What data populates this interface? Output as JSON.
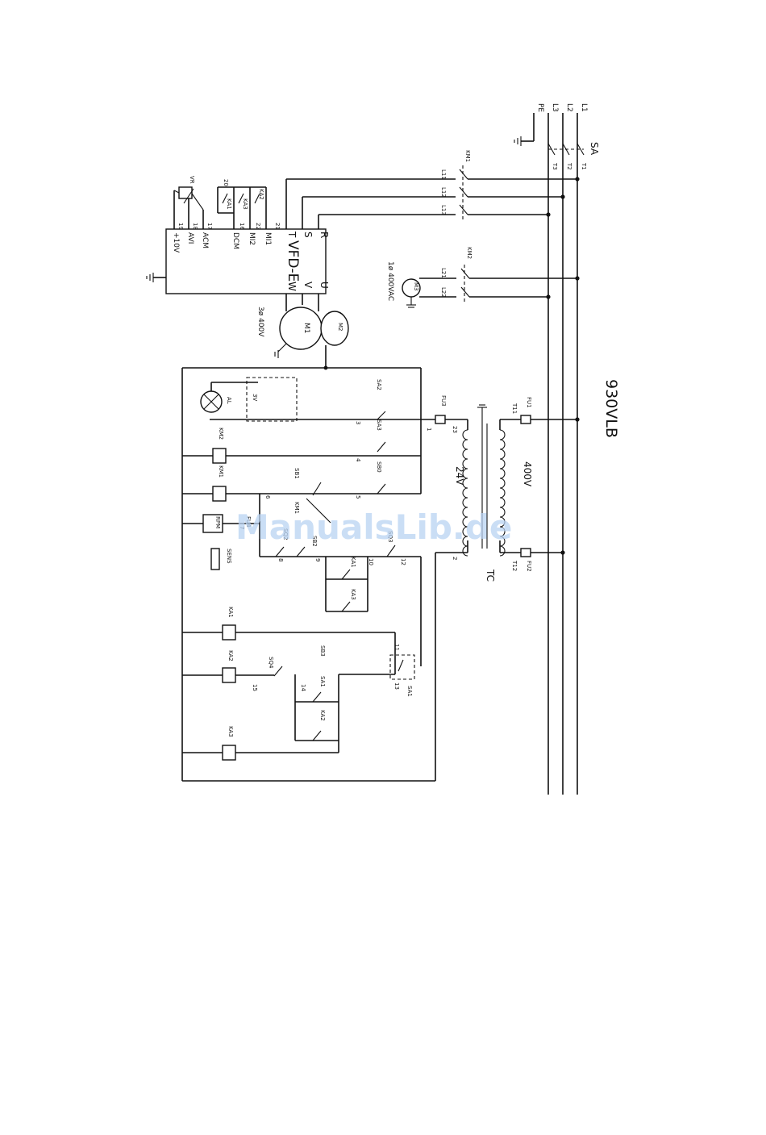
{
  "model": "930VLB",
  "supply": {
    "lines": [
      "L1",
      "L2",
      "L3",
      "PE"
    ],
    "switch": "SA",
    "outputs": [
      "T1",
      "T2",
      "T3"
    ]
  },
  "contactors": {
    "km1": {
      "name": "KM1",
      "terminals": [
        "L11",
        "L12",
        "L13"
      ]
    },
    "km2": {
      "name": "KM2",
      "terminals": [
        "L21",
        "L22"
      ]
    }
  },
  "motors": {
    "m1": {
      "name": "M1",
      "rating": "3ø 400V"
    },
    "m2": {
      "name": "M2"
    },
    "m3": {
      "name": "M3",
      "rating": "1ø 400VAC"
    }
  },
  "vfd": {
    "name": "VFD-E",
    "inputs": [
      "R",
      "S",
      "T"
    ],
    "outputs": [
      "U",
      "V",
      "W"
    ],
    "control_terminals": [
      "MI1",
      "MI2",
      "DCM",
      "ACM",
      "AVI",
      "+10V"
    ],
    "terminal_numbers": [
      "21",
      "22",
      "16",
      "17",
      "18",
      "19",
      "20"
    ],
    "relays": [
      "KA2",
      "KA3",
      "KA1"
    ],
    "potentiometer": "VR"
  },
  "transformer": {
    "name": "TC",
    "primary": "400V",
    "secondary": "24V",
    "lamp_voltage": "3V",
    "fuses": [
      "FU1",
      "FU2",
      "FU3",
      "FU4"
    ],
    "taps": [
      "T11",
      "T12"
    ]
  },
  "lamp": "AL",
  "switches": [
    "SA2",
    "SA3",
    "SB0",
    "SB1",
    "SB2",
    "SB3",
    "SQ1",
    "SQ2",
    "SQ3",
    "SQ4",
    "SA1"
  ],
  "relay_coils": [
    "KA1",
    "KA2",
    "KA3"
  ],
  "contact_labels": [
    "KM1",
    "KA1",
    "KA3",
    "KA2"
  ],
  "rpm": {
    "name": "RPM",
    "sensor": "SENS"
  },
  "wire_numbers": [
    "1",
    "2",
    "3",
    "4",
    "5",
    "6",
    "7",
    "8",
    "9",
    "10",
    "11",
    "12",
    "13",
    "14",
    "15",
    "23"
  ],
  "watermark": "ManualsLib.de"
}
